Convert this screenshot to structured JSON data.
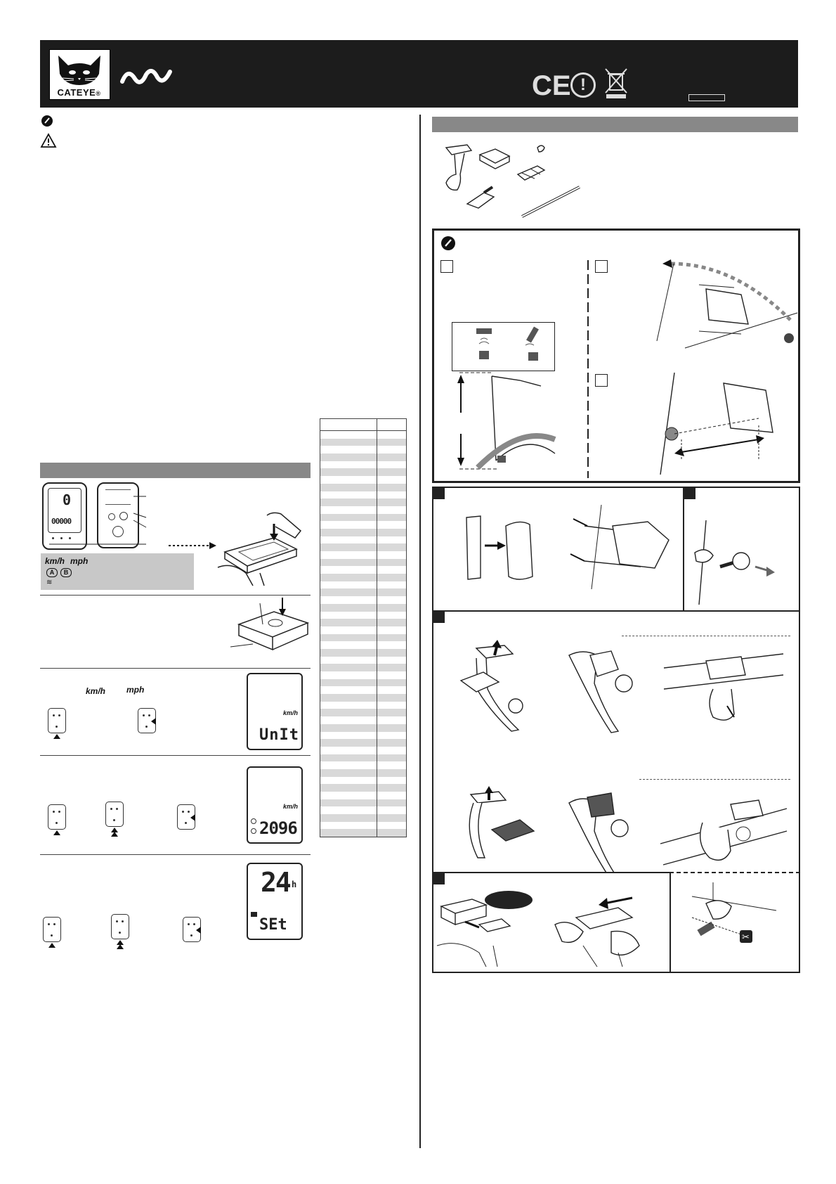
{
  "header": {
    "brand": "CATEYE",
    "registered": "®",
    "ce_mark": "CE",
    "alert_glyph": "!",
    "icons": [
      "cateye-logo",
      "wave-logo",
      "ce-mark-icon",
      "exclamation-circle-icon",
      "crossed-bin-icon"
    ]
  },
  "units": {
    "kmh": "km/h",
    "mph": "mph",
    "option_a": "A",
    "option_b": "B"
  },
  "displays": {
    "unit_screen": {
      "unit": "km/h",
      "text": "UnIt"
    },
    "circ_screen": {
      "unit": "km/h",
      "value": "2096"
    },
    "clock_screen": {
      "hour": "24",
      "suffix": "h",
      "text": "SEt"
    },
    "main_unit_top": "0",
    "main_unit_bottom": "00000"
  },
  "colors": {
    "header_bg": "#1c1c1c",
    "section_bar": "#888888",
    "table_stripe": "#d9d9d9"
  }
}
